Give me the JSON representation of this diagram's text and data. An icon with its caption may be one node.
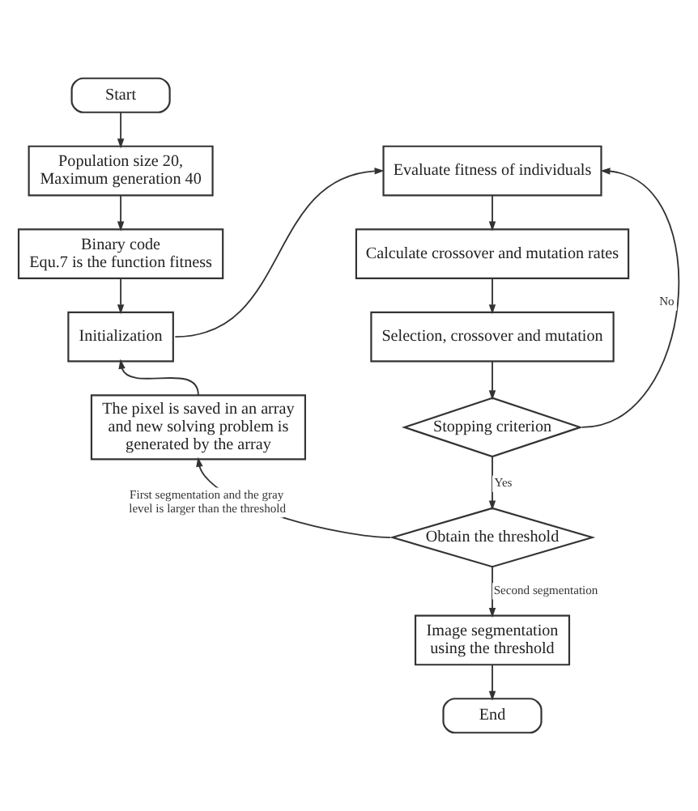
{
  "diagram": {
    "nodes": [
      {
        "text": [
          "Start"
        ]
      },
      {
        "text": [
          "Population size 20, Maximum generation 40"
        ]
      },
      {
        "text": [
          "Binary code",
          "Equ.7 is the function fitness"
        ]
      },
      {
        "text": [
          "Initialization"
        ]
      },
      {
        "text": [
          "Evaluate fitness of individuals"
        ]
      },
      {
        "text": [
          "Calculate crossover and mutation rates"
        ]
      },
      {
        "text": [
          "Selection, crossover and mutation"
        ]
      },
      {
        "text": [
          "Stopping criterion"
        ]
      },
      {
        "text": [
          "The pixel is saved in an array and new solving problem is generated by the array"
        ]
      },
      {
        "text": [
          "Obtain the threshold"
        ]
      },
      {
        "text": [
          "Image segmentation using the threshold"
        ]
      },
      {
        "text": [
          "End"
        ]
      }
    ],
    "edges": [
      {
        "from": 0,
        "to": 1,
        "arrow": "to"
      },
      {
        "from": 1,
        "to": 2,
        "arrow": "to"
      },
      {
        "from": 2,
        "to": 3,
        "arrow": "to"
      },
      {
        "from": 3,
        "to": 4,
        "arrow": "to"
      },
      {
        "from": 4,
        "to": 5,
        "arrow": "to"
      },
      {
        "from": 5,
        "to": 6,
        "arrow": "to"
      },
      {
        "from": 6,
        "to": 7,
        "arrow": "to"
      },
      {
        "from": 7,
        "to": 4,
        "arrow": "to",
        "label": "No"
      },
      {
        "from": 7,
        "to": 9,
        "arrow": "to",
        "label": "Yes"
      },
      {
        "from": 9,
        "to": 8,
        "arrow": "to",
        "label": "First segmentation and the gray level is larger than the threshold"
      },
      {
        "from": 8,
        "to": 3,
        "arrow": "to"
      },
      {
        "from": 9,
        "to": 10,
        "arrow": "to",
        "label": "Second segmentation"
      },
      {
        "from": 10,
        "to": 11,
        "arrow": "to"
      }
    ]
  }
}
